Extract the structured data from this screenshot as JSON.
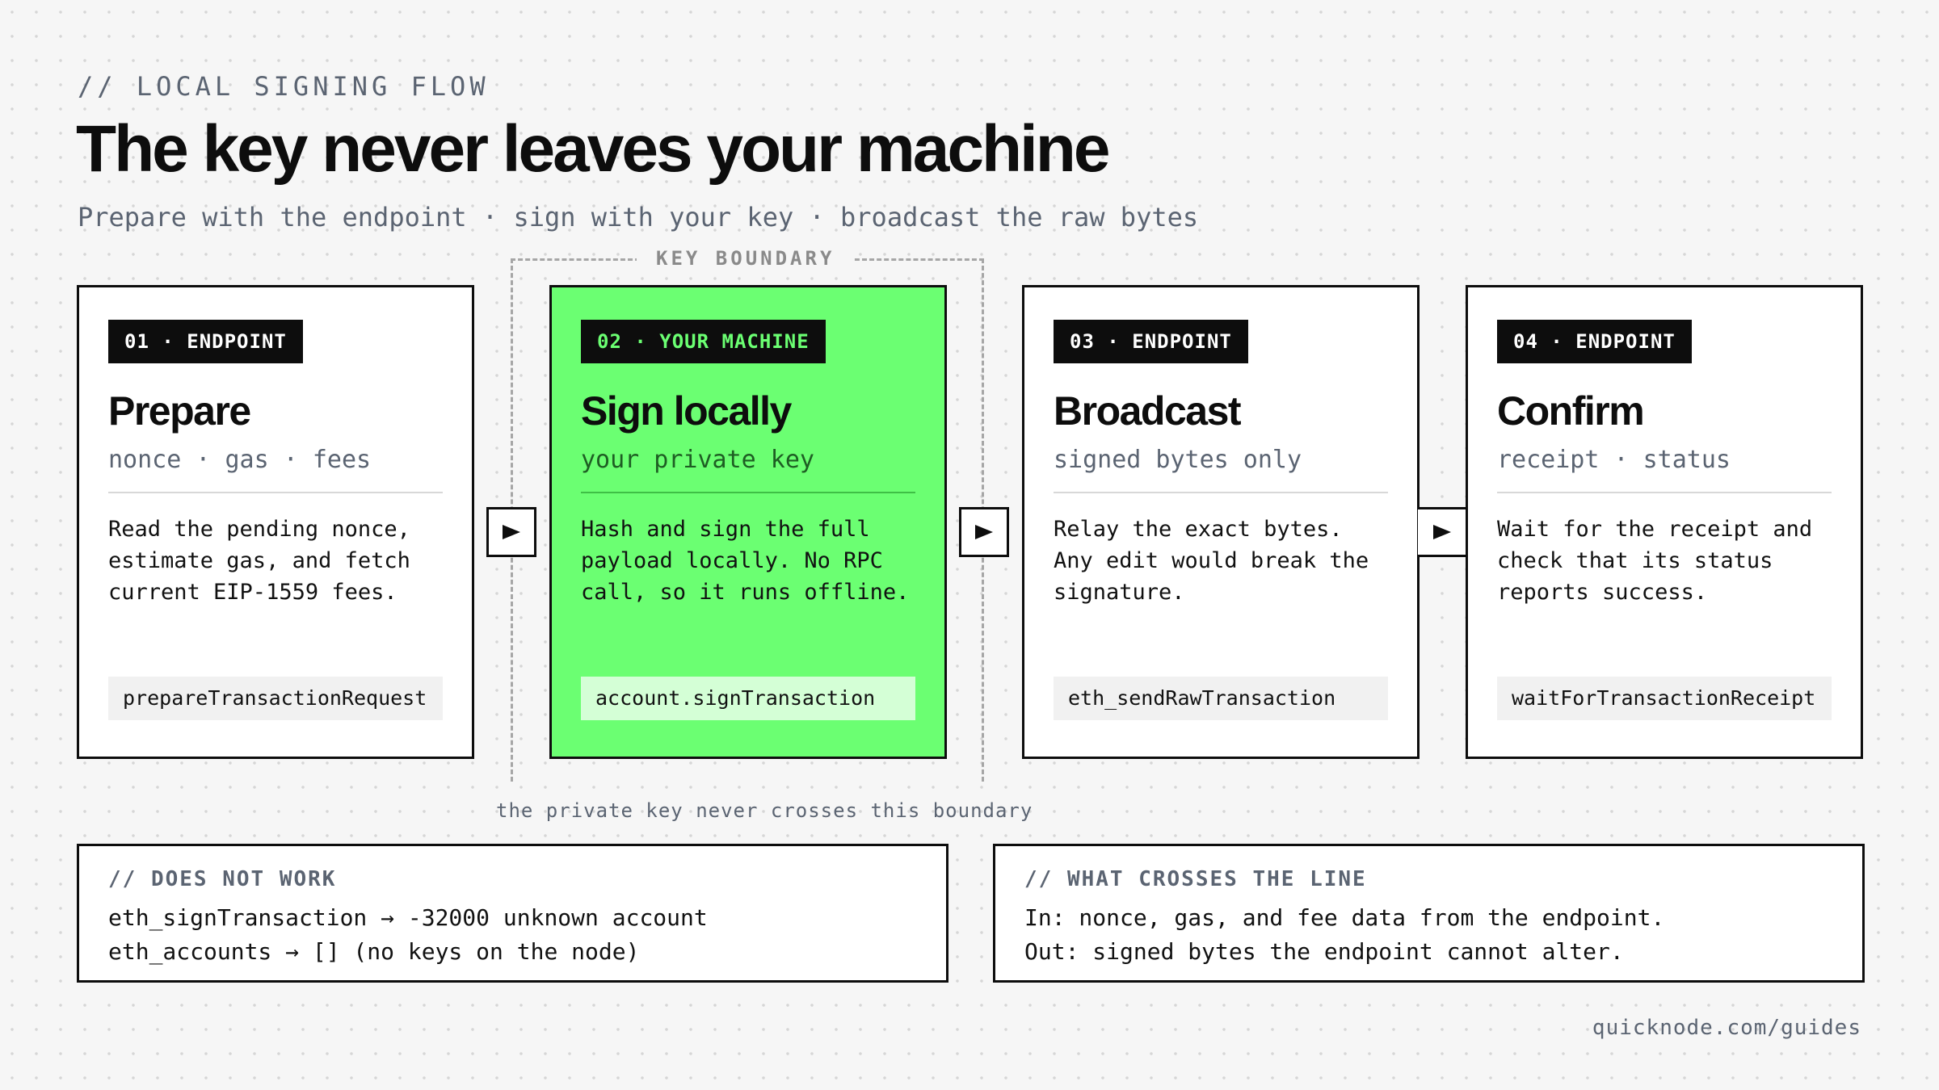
{
  "header": {
    "eyebrow": "// LOCAL SIGNING FLOW",
    "title": "The key never leaves your machine",
    "subtitle": "Prepare with the endpoint · sign with your key · broadcast the raw bytes"
  },
  "boundary": {
    "label": "KEY BOUNDARY",
    "note": "the private key never crosses this boundary"
  },
  "steps": [
    {
      "badge": "01 · ENDPOINT",
      "title": "Prepare",
      "subtitle": "nonce · gas · fees",
      "description": "Read the pending nonce,\nestimate gas, and fetch\ncurrent EIP-1559 fees.",
      "method": "prepareTransactionRequest"
    },
    {
      "badge": "02 · YOUR MACHINE",
      "title": "Sign locally",
      "subtitle": "your private key",
      "description": "Hash and sign the full\npayload locally. No RPC\ncall, so it runs offline.",
      "method": "account.signTransaction"
    },
    {
      "badge": "03 · ENDPOINT",
      "title": "Broadcast",
      "subtitle": "signed bytes only",
      "description": "Relay the exact bytes.\nAny edit would break the\nsignature.",
      "method": "eth_sendRawTransaction"
    },
    {
      "badge": "04 · ENDPOINT",
      "title": "Confirm",
      "subtitle": "receipt · status",
      "description": "Wait for the receipt and\ncheck that its status\nreports success.",
      "method": "waitForTransactionReceipt"
    }
  ],
  "panels": {
    "left": {
      "title": "// DOES NOT WORK",
      "line1": "eth_signTransaction → -32000 unknown account",
      "line2": "eth_accounts → [] (no keys on the node)"
    },
    "right": {
      "title": "// WHAT CROSSES THE LINE",
      "line1": "In: nonce, gas, and fee data from the endpoint.",
      "line2": "Out: signed bytes the endpoint cannot alter."
    }
  },
  "footer": "quicknode.com/guides",
  "colors": {
    "highlight": "#6bff72",
    "ink": "#0d0d0d",
    "muted": "#5b6472",
    "background": "#f6f6f6"
  }
}
